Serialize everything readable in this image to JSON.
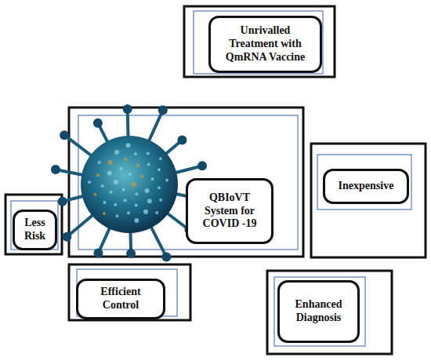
{
  "diagram": {
    "nodes": [
      {
        "text": [
          "Unrivalled Treatment with QmRNA Vaccine"
        ]
      },
      {
        "text": [
          "QBIoVT System for COVID -19"
        ]
      },
      {
        "text": [
          "Inexpensive"
        ]
      },
      {
        "text": [
          "Less Risk"
        ]
      },
      {
        "text": [
          "Efficient Control"
        ]
      },
      {
        "text": [
          "Enhanced Diagnosis"
        ]
      }
    ]
  }
}
